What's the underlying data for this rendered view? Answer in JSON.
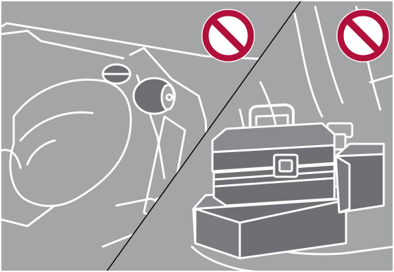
{
  "illustration": {
    "panels": [
      {
        "name": "left-panel",
        "scene": "foot-near-pedals",
        "sign": "prohibition-sign"
      },
      {
        "name": "right-panel",
        "scene": "loose-cargo-on-floor",
        "sign": "prohibition-sign"
      }
    ],
    "colors": {
      "background": "#a4a5a7",
      "outline": "#ffffff",
      "cargo_dark": "#6e6f72",
      "cargo_mid": "#8a8b8e",
      "sign_red": "#b0103a",
      "divider": "#000000",
      "border": "#ffffff"
    },
    "icons": [
      "prohibition-sign-icon",
      "prohibition-sign-icon"
    ]
  }
}
